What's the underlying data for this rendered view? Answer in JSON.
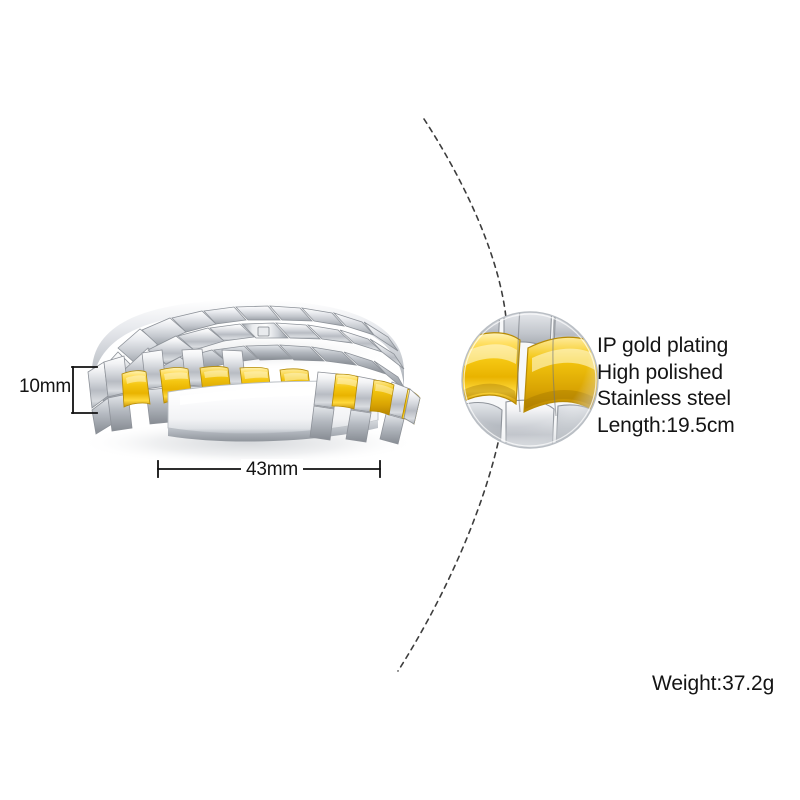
{
  "product": {
    "name": "Stainless steel ID bracelet",
    "type": "watch-band-link bracelet with engravable ID plate",
    "colors": {
      "silver_light": "#f4f5f7",
      "silver_mid": "#c9ccd2",
      "silver_dark": "#8d9298",
      "gold_light": "#ffe985",
      "gold_mid": "#f2c40c",
      "gold_dark": "#c69405",
      "background": "#ffffff",
      "text": "#141414",
      "guide_line": "#3a3a3a"
    }
  },
  "specs": {
    "lines": [
      "IP gold plating",
      "High polished",
      "Stainless steel",
      "Length:19.5cm"
    ],
    "line_1": "IP gold plating",
    "line_2": "High polished",
    "line_3": "Stainless steel",
    "line_4": "Length:19.5cm"
  },
  "weight": {
    "label": "Weight:37.2g"
  },
  "dimensions": {
    "width_label": "10mm",
    "length_label": "43mm"
  },
  "callout": {
    "detail_circle_label": "magnified link detail",
    "leader_label": "dashed leader curve"
  }
}
